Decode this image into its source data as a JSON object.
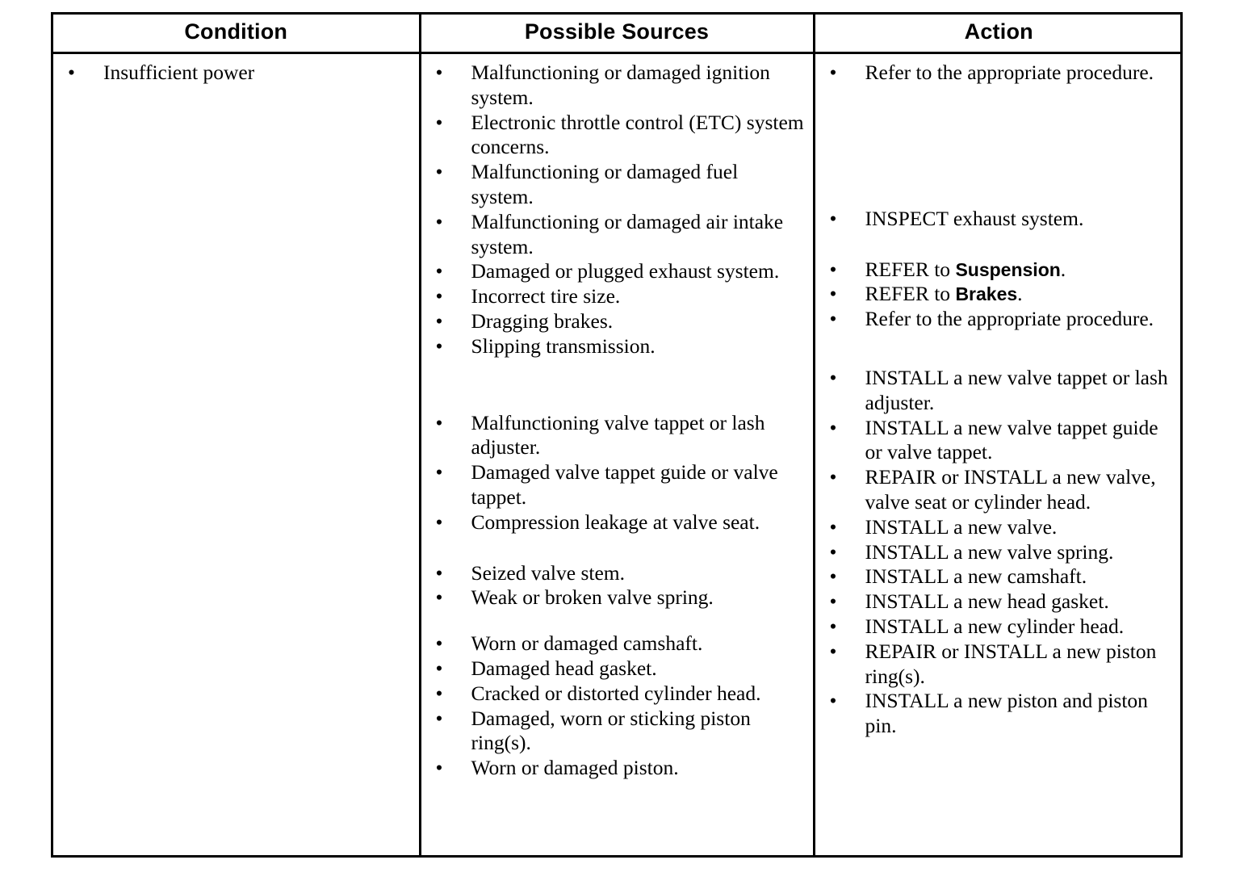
{
  "table": {
    "headers": {
      "condition": "Condition",
      "possible_sources": "Possible Sources",
      "action": "Action"
    },
    "bullet_glyph": "•",
    "condition_items": [
      {
        "text": "Insufficient power"
      }
    ],
    "sources_groups": [
      {
        "items": [
          {
            "text": "Malfunctioning or damaged ignition system."
          },
          {
            "text": "Electronic throttle control (ETC) system concerns."
          },
          {
            "text": "Malfunctioning or damaged fuel system."
          },
          {
            "text": "Malfunctioning or damaged air intake system."
          },
          {
            "text": "Damaged or plugged exhaust system."
          },
          {
            "text": "Incorrect tire size."
          },
          {
            "text": "Dragging brakes."
          },
          {
            "text": "Slipping transmission."
          }
        ]
      },
      {
        "items": [
          {
            "text": "Malfunctioning valve tappet or lash adjuster."
          },
          {
            "text": "Damaged valve tappet guide or valve tappet."
          },
          {
            "text": "Compression leakage at valve seat."
          }
        ]
      },
      {
        "items": [
          {
            "text": "Seized valve stem."
          },
          {
            "text": "Weak or broken valve spring."
          }
        ]
      },
      {
        "items": [
          {
            "text": "Worn or damaged camshaft."
          },
          {
            "text": "Damaged head gasket."
          },
          {
            "text": "Cracked or distorted cylinder head."
          },
          {
            "text": "Damaged, worn or sticking piston ring(s)."
          },
          {
            "text": "Worn or damaged piston."
          }
        ]
      }
    ],
    "action_groups": [
      {
        "items": [
          {
            "text": "Refer to the appropriate procedure."
          }
        ]
      },
      {
        "items": [
          {
            "text": "INSPECT exhaust system."
          }
        ]
      },
      {
        "items": [
          {
            "prefix": "REFER to ",
            "emphasis": "Suspension",
            "suffix": "."
          },
          {
            "prefix": "REFER to ",
            "emphasis": "Brakes",
            "suffix": "."
          },
          {
            "text": "Refer to the appropriate procedure."
          }
        ]
      },
      {
        "items": [
          {
            "text": "INSTALL a new valve tappet or lash adjuster."
          },
          {
            "text": "INSTALL a new valve tappet guide or valve tappet."
          },
          {
            "text": "REPAIR or INSTALL a new valve, valve seat or cylinder head."
          }
        ]
      },
      {
        "items": [
          {
            "text": "INSTALL a new valve."
          },
          {
            "text": "INSTALL a new valve spring."
          }
        ]
      },
      {
        "items": [
          {
            "text": "INSTALL a new camshaft."
          },
          {
            "text": "INSTALL a new head gasket."
          },
          {
            "text": "INSTALL a new cylinder head."
          },
          {
            "text": "REPAIR or INSTALL a new piston ring(s)."
          },
          {
            "text": "INSTALL a new piston and piston pin."
          }
        ]
      }
    ]
  },
  "colors": {
    "text": "#000000",
    "background": "#ffffff",
    "border": "#000000"
  }
}
